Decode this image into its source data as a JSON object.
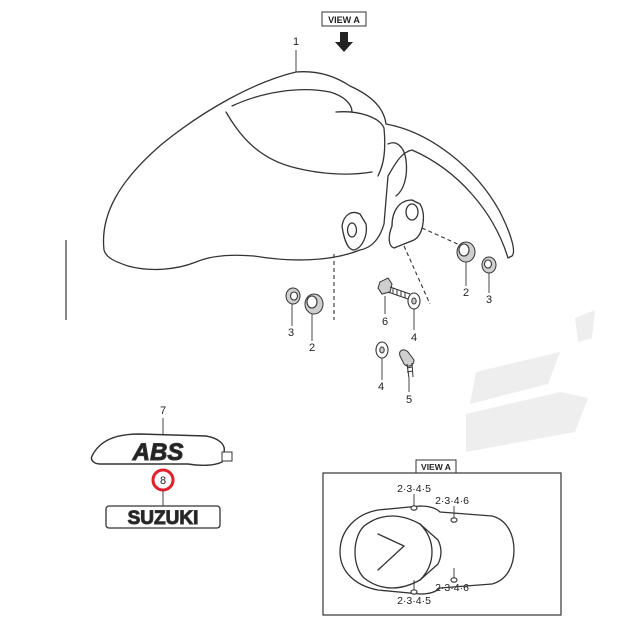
{
  "view_label_top": "VIEW A",
  "view_label_inset": "VIEW A",
  "decal_abs_text": "ABS",
  "decal_suzuki_text": "SUZUKI",
  "callouts": {
    "fender": "1",
    "spacer_right": "2",
    "washer_right": "3",
    "spacer_left": "2",
    "washer_left": "3",
    "bolt_6": "6",
    "washer_4_upper": "4",
    "washer_4_lower": "4",
    "screw_5": "5",
    "abs_emblem": "7",
    "suzuki_emblem": "8"
  },
  "inset_refs": {
    "top_left": "2·3·4·5",
    "top_right": "2·3·4·6",
    "bottom_right": "2·3·4·6",
    "bottom_left": "2·3·4·5"
  },
  "highlight": {
    "part": "8",
    "color": "#e0202a"
  },
  "colors": {
    "line": "#333333",
    "watermark": "#eeeeee"
  }
}
